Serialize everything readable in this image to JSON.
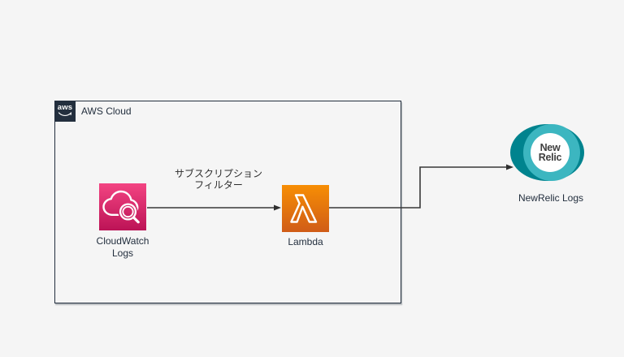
{
  "diagram": {
    "background_color": "#F5F5F5",
    "group": {
      "logo_text": "aws",
      "label": "AWS Cloud",
      "border_color": "#232F3E",
      "logo_bg_color": "#232F3E"
    },
    "nodes": {
      "cloudwatch": {
        "label_line1": "CloudWatch",
        "label_line2": "Logs",
        "icon": "cloudwatch-logs-icon",
        "color_top": "#F34482",
        "color_bottom": "#BC1356"
      },
      "lambda": {
        "label": "Lambda",
        "icon": "lambda-icon",
        "color_top": "#F78E04",
        "color_bottom": "#D05C17"
      },
      "newrelic": {
        "label": "NewRelic Logs",
        "logo_line1": "New",
        "logo_line2": "Relic",
        "color_dark_teal": "#00838E",
        "color_light_teal": "#3CB6C0",
        "logo_text_color": "#404040"
      }
    },
    "edges": {
      "stroke_color": "#383838",
      "cloudwatch_to_lambda": {
        "label_line1": "サブスクリプション",
        "label_line2": "フィルター"
      }
    }
  }
}
